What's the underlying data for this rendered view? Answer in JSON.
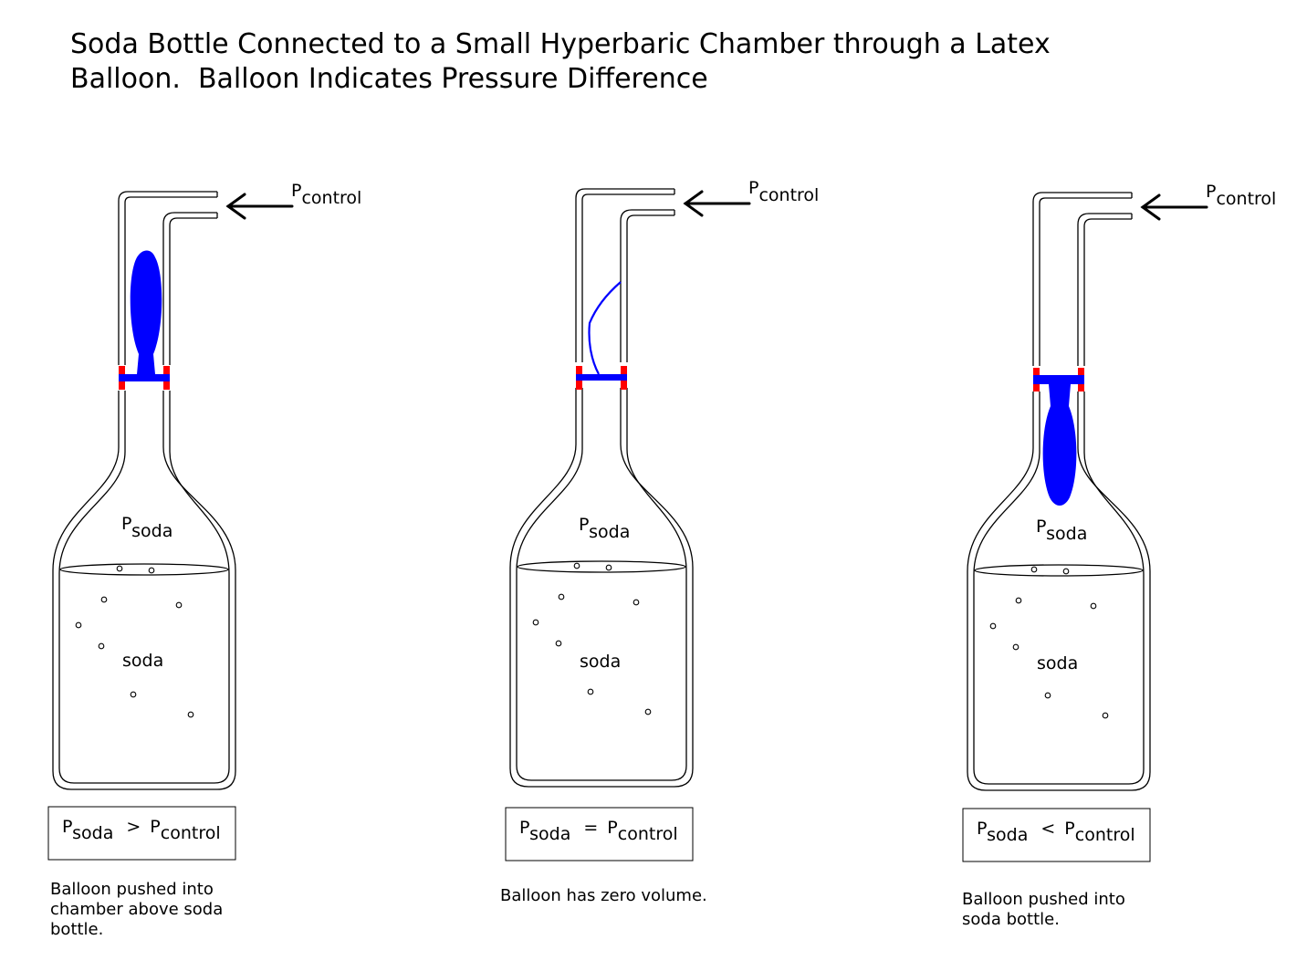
{
  "title": {
    "line1": "Soda Bottle Connected to a Small Hyperbaric Chamber through a Latex",
    "line2": "Balloon.  Balloon Indicates Pressure Difference"
  },
  "colors": {
    "balloon": "#0000ff",
    "clamp": "#ff0000",
    "outline": "#000000",
    "background": "#ffffff"
  },
  "labels": {
    "p": "P",
    "control_sub": "control",
    "soda_sub": "soda",
    "liquid": "soda"
  },
  "panels": [
    {
      "state": "inflated-up",
      "relation": ">",
      "caption": [
        "Balloon pushed into",
        "chamber above soda",
        "bottle."
      ]
    },
    {
      "state": "zero-volume",
      "relation": "=",
      "caption": [
        "Balloon has zero volume."
      ]
    },
    {
      "state": "inflated-down",
      "relation": "<",
      "caption": [
        "Balloon pushed into",
        "soda bottle."
      ]
    }
  ]
}
